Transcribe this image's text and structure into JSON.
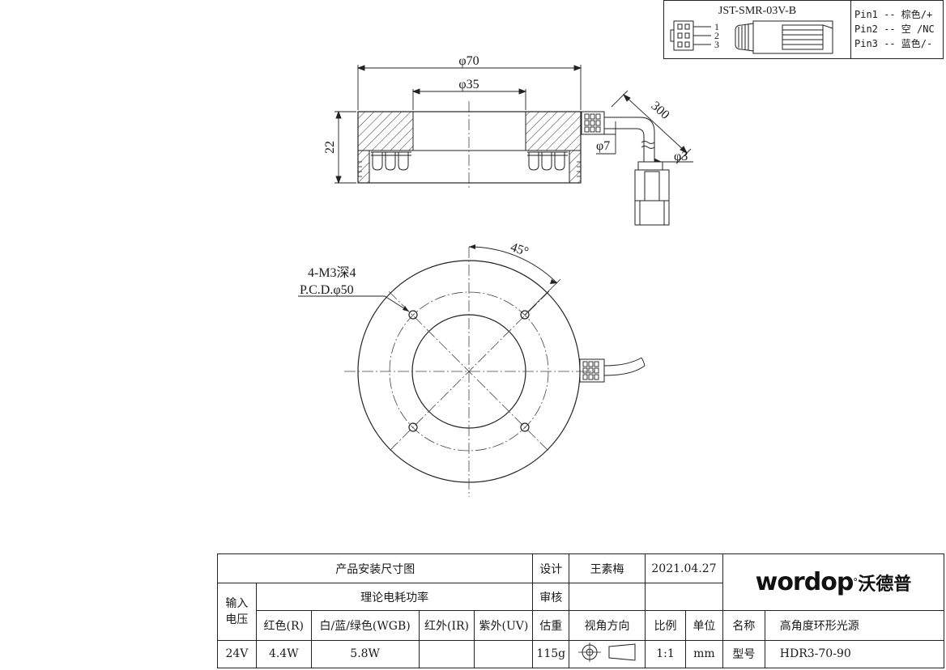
{
  "connector": {
    "model": "JST-SMR-03V-B",
    "pin_numbers": [
      "1",
      "2",
      "3"
    ],
    "pins": [
      "Pin1 -- 棕色/+",
      "Pin2 -- 空 /NC",
      "Pin3 -- 蓝色/-"
    ]
  },
  "dimensions": {
    "outer_diameter": "φ70",
    "inner_diameter": "φ35",
    "height": "22",
    "cable_length": "300",
    "cable_outlet": "φ7",
    "cable_diameter": "φ3",
    "angle": "45°",
    "mount_holes": "4-M3深4",
    "pcd": "P.C.D.φ50"
  },
  "title_block": {
    "drawing_title": "产品安装尺寸图",
    "design_label": "设计",
    "designer": "王素梅",
    "date": "2021.04.27",
    "review_label": "审核",
    "input_voltage_label": "输入电压",
    "power_label": "理论电耗功率",
    "red_label": "红色(R)",
    "white_label": "白/蓝/绿色(WGB)",
    "ir_label": "红外(IR)",
    "uv_label": "紫外(UV)",
    "weight_label": "估重",
    "view_label": "视角方向",
    "scale_label": "比例",
    "unit_label": "单位",
    "name_label": "名称",
    "name_value": "高角度环形光源",
    "voltage_value": "24V",
    "red_power": "4.4W",
    "white_power": "5.8W",
    "weight_value": "115g",
    "scale_value": "1:1",
    "unit_value": "mm",
    "model_label": "型号",
    "model_value": "HDR3-70-90",
    "logo_text": "wordop",
    "logo_cn": "沃德普"
  }
}
